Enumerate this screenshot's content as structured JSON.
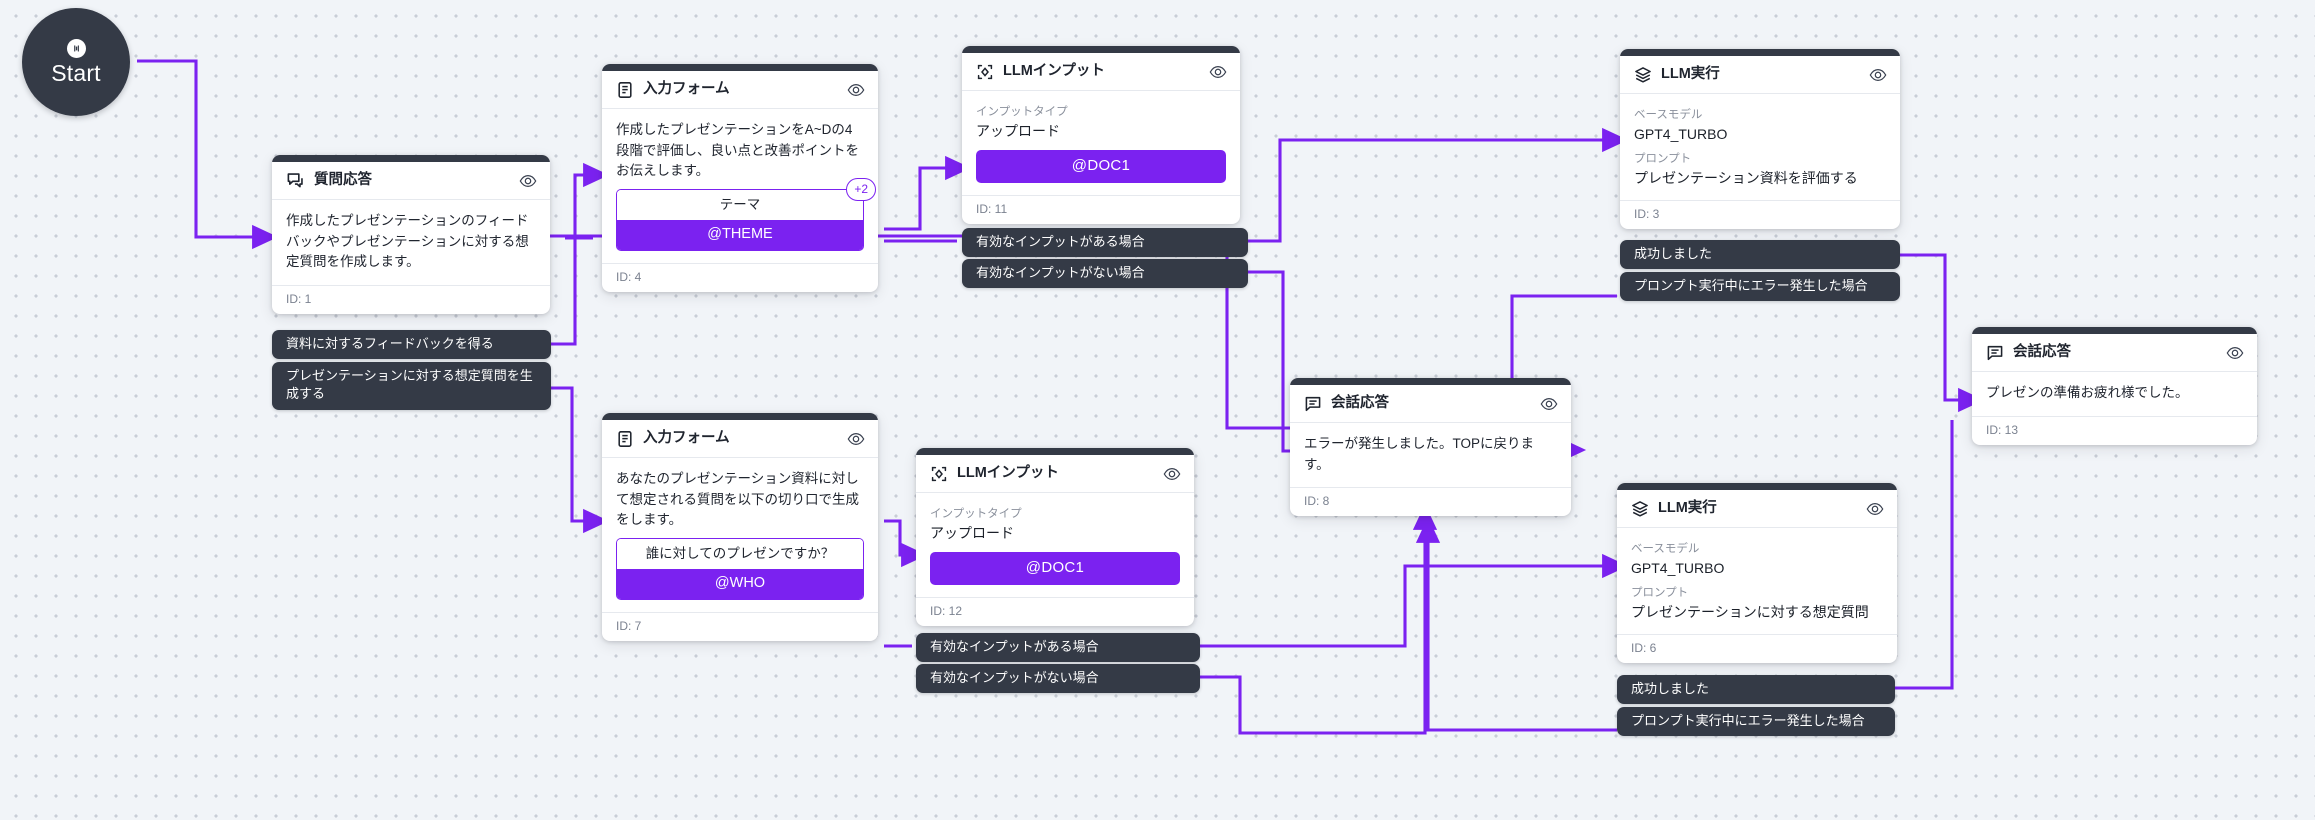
{
  "canvas": {
    "background_color": "#f1f4f8",
    "dot_color": "#c8cdd6",
    "accent_color": "#7b22f0",
    "node_dark_color": "#343a46"
  },
  "start_node": {
    "label": "Start",
    "icon": "audio-wave-icon"
  },
  "nodes": [
    {
      "id_text": "ID: 1",
      "title": "質問応答",
      "icon": "chat-response-icon",
      "eye_icon": "eye-icon",
      "description": "作成したプレゼンテーションのフィードバックやプレゼンテーションに対する想定質問を作成します。"
    },
    {
      "id_text": "ID: 4",
      "title": "入力フォーム",
      "icon": "clipboard-icon",
      "eye_icon": "eye-icon",
      "description": "作成したプレゼンテーションをA~Dの4段階で評価し、良い点と改善ポイントをお伝えします。",
      "form_question": "テーマ",
      "form_value": "@THEME",
      "more_badge": "+2"
    },
    {
      "id_text": "ID: 11",
      "title": "LLMインプット",
      "icon": "llm-input-icon",
      "eye_icon": "eye-icon",
      "field_label": "インプットタイプ",
      "field_value": "アップロード",
      "doc_pill": "@DOC1"
    },
    {
      "id_text": "ID: 3",
      "title": "LLM実行",
      "icon": "layers-icon",
      "eye_icon": "eye-icon",
      "model_label": "ベースモデル",
      "model_value": "GPT4_TURBO",
      "prompt_label": "プロンプト",
      "prompt_value": "プレゼンテーション資料を評価する"
    },
    {
      "id_text": "ID: 8",
      "title": "会話応答",
      "icon": "speech-bubble-icon",
      "eye_icon": "eye-icon",
      "description": "エラーが発生しました。TOPに戻ります。"
    },
    {
      "id_text": "ID: 13",
      "title": "会話応答",
      "icon": "speech-bubble-icon",
      "eye_icon": "eye-icon",
      "description": "プレゼンの準備お疲れ様でした。"
    },
    {
      "id_text": "ID: 7",
      "title": "入力フォーム",
      "icon": "clipboard-icon",
      "eye_icon": "eye-icon",
      "description": "あなたのプレゼンテーション資料に対して想定される質問を以下の切り口で生成をします。",
      "form_question": "誰に対してのプレゼンですか？",
      "form_value": "@WHO"
    },
    {
      "id_text": "ID: 12",
      "title": "LLMインプット",
      "icon": "llm-input-icon",
      "eye_icon": "eye-icon",
      "field_label": "インプットタイプ",
      "field_value": "アップロード",
      "doc_pill": "@DOC1"
    },
    {
      "id_text": "ID: 6",
      "title": "LLM実行",
      "icon": "layers-icon",
      "eye_icon": "eye-icon",
      "model_label": "ベースモデル",
      "model_value": "GPT4_TURBO",
      "prompt_label": "プロンプト",
      "prompt_value": "プレゼンテーションに対する想定質問"
    }
  ],
  "outcome_labels": [
    {
      "text": "資料に対するフィードバックを得る"
    },
    {
      "text": "プレゼンテーションに対する想定質問を生成する"
    },
    {
      "text": "有効なインプットがある場合"
    },
    {
      "text": "有効なインプットがない場合"
    },
    {
      "text": "成功しました"
    },
    {
      "text": "プロンプト実行中にエラー発生した場合"
    },
    {
      "text": "有効なインプットがある場合"
    },
    {
      "text": "有効なインプットがない場合"
    },
    {
      "text": "成功しました"
    },
    {
      "text": "プロンプト実行中にエラー発生した場合"
    }
  ]
}
